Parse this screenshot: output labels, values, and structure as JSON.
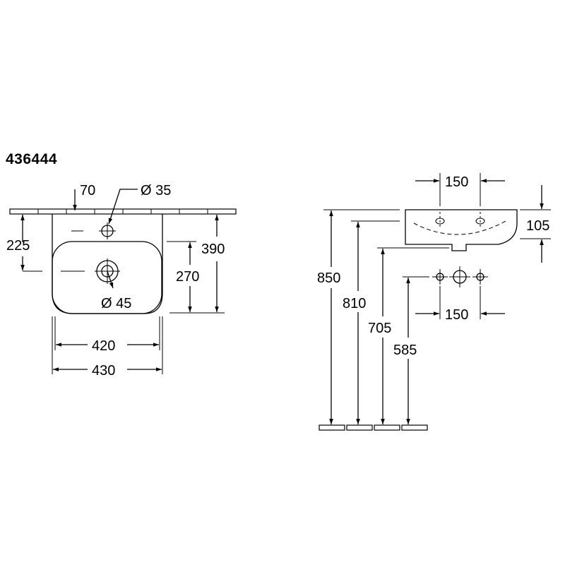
{
  "model_number": "436444",
  "front_view": {
    "dimensions": {
      "faucet_offset": "70",
      "faucet_hole_diameter": "Ø 35",
      "drain_diameter": "Ø 45",
      "height_to_drain_center": "225",
      "overall_depth": "390",
      "bowl_depth": "270",
      "bowl_width": "420",
      "overall_width": "430"
    }
  },
  "side_view": {
    "dimensions": {
      "tap_hole_spacing_top": "150",
      "basin_height": "105",
      "top_rim_height": "850",
      "bowl_bottom_height": "810",
      "drain_height": "705",
      "waste_outlet_height": "585",
      "tap_hole_spacing_bottom": "150"
    }
  }
}
